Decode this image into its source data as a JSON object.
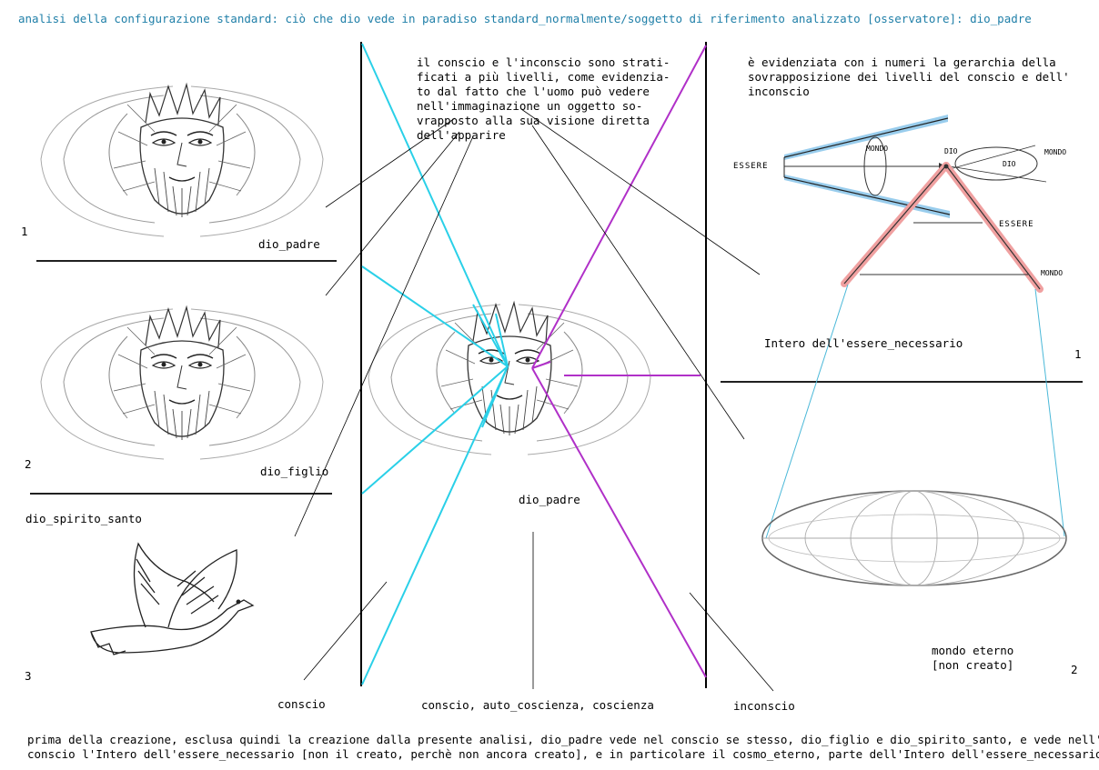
{
  "title": "analisi della configurazione standard: ciò che dio vede in paradiso standard_normalmente/soggetto di riferimento analizzato [osservatore]: dio_padre",
  "left_panel": {
    "num1": "1",
    "label1": "dio_padre",
    "num2": "2",
    "label2": "dio_figlio",
    "label3": "dio_spirito_santo",
    "num3": "3"
  },
  "center_panel": {
    "note": "il conscio e l'inconscio sono strati-\nficati a più livelli, come evidenzia-\nto dal fatto che l'uomo può vedere\nnell'immaginazione un oggetto so-\nvrapposto alla sua visione diretta\ndell'apparire",
    "label": "dio_padre",
    "conscio": "conscio",
    "coscienza": "conscio, auto_coscienza, coscienza",
    "inconscio": "inconscio"
  },
  "right_panel": {
    "note": "è evidenziata con i numeri la gerarchia della\nsovrapposizione dei livelli del conscio e dell'\ninconscio",
    "sketch": {
      "essere_left": "ESSERE",
      "mondo_small": "MONDO",
      "dio_top": "DIO",
      "dio_small": "DIO",
      "mondo_top": "MONDO",
      "essere_right": "ESSERE",
      "mondo_right": "MONDO"
    },
    "intero": "Intero dell'essere_necessario",
    "num1": "1",
    "mondo": "mondo eterno\n[non creato]",
    "num2": "2"
  },
  "footer": "prima della creazione, esclusa quindi la creazione dalla presente analisi, dio_padre vede nel conscio se stesso, dio_figlio e dio_spirito_santo, e vede nell'in-\nconscio l'Intero dell'essere_necessario [non il creato, perchè non ancora creato], e in particolare il cosmo_eterno, parte dell'Intero dell'essere_necessario."
}
